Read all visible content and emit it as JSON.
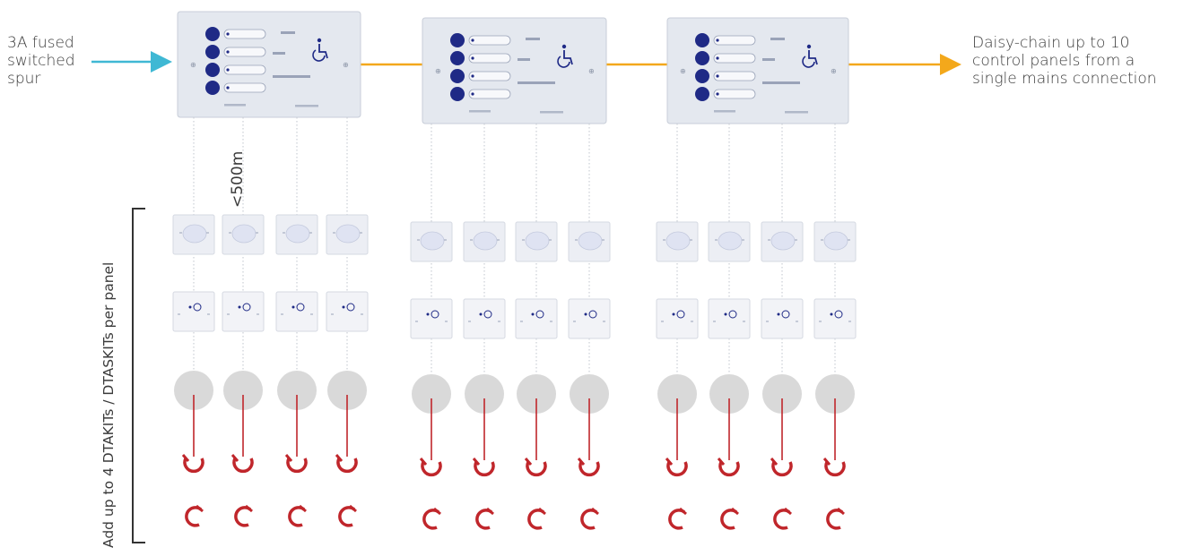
{
  "labels": {
    "input_line1": "3A fused",
    "input_line2": "switched",
    "input_line3": "spur",
    "output_line1": "Daisy-chain up to 10",
    "output_line2": "control panels from a",
    "output_line3": "single mains connection",
    "distance": "<500m",
    "bracket": "Add up to 4 DTAKITs / DTASKITs per panel"
  },
  "panels_count": 3,
  "devices_per_panel": 4,
  "colors": {
    "input_arrow": "#3fb8d4",
    "chain_line": "#f3a81b",
    "panel_face": "#e4e8ef",
    "button_dot": "#1f2a86",
    "pull_cord": "#c0262b",
    "device_box": "#eceef4",
    "ceiling_rose": "#d9d9d9"
  },
  "icons": [
    "wheelchair-icon",
    "push-button-icon",
    "pull-cord-icon",
    "ceiling-rose-icon",
    "indicator-icon"
  ]
}
